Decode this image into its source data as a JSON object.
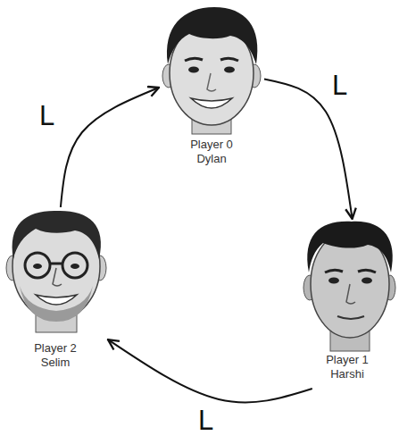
{
  "diagram": {
    "nodes": [
      {
        "text": [
          "Player 0 Dylan"
        ]
      },
      {
        "text": [
          "Player 1 Harshi"
        ]
      },
      {
        "text": [
          "Player 2 Selim"
        ]
      }
    ],
    "edges": [
      {
        "from": 0,
        "to": 1,
        "arrow": "to",
        "label": "L"
      },
      {
        "from": 1,
        "to": 2,
        "arrow": "to",
        "label": "L"
      },
      {
        "from": 2,
        "to": 0,
        "arrow": "to",
        "label": "L"
      }
    ]
  }
}
